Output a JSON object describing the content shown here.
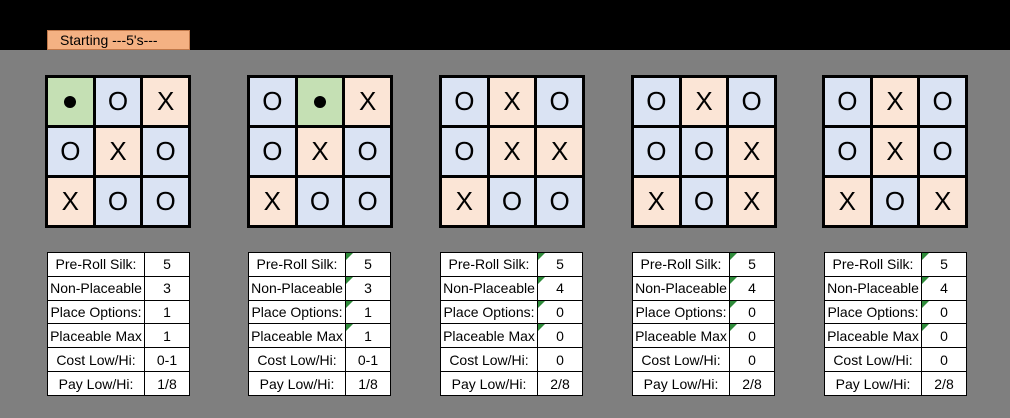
{
  "title": "Starting ---5's---",
  "colors": {
    "blue": "#dae3f3",
    "peach": "#fbe5d6",
    "green": "#c5e0b4",
    "header": "#f4b183"
  },
  "boards": [
    {
      "cells": [
        {
          "t": "dot",
          "c": "green"
        },
        {
          "t": "O",
          "c": "blue"
        },
        {
          "t": "X",
          "c": "peach"
        },
        {
          "t": "O",
          "c": "blue"
        },
        {
          "t": "X",
          "c": "peach"
        },
        {
          "t": "O",
          "c": "blue"
        },
        {
          "t": "X",
          "c": "peach"
        },
        {
          "t": "O",
          "c": "blue"
        },
        {
          "t": "O",
          "c": "blue"
        }
      ]
    },
    {
      "cells": [
        {
          "t": "O",
          "c": "blue"
        },
        {
          "t": "dot",
          "c": "green"
        },
        {
          "t": "X",
          "c": "peach"
        },
        {
          "t": "O",
          "c": "blue"
        },
        {
          "t": "X",
          "c": "peach"
        },
        {
          "t": "O",
          "c": "blue"
        },
        {
          "t": "X",
          "c": "peach"
        },
        {
          "t": "O",
          "c": "blue"
        },
        {
          "t": "O",
          "c": "blue"
        }
      ]
    },
    {
      "cells": [
        {
          "t": "O",
          "c": "blue"
        },
        {
          "t": "X",
          "c": "peach"
        },
        {
          "t": "O",
          "c": "blue"
        },
        {
          "t": "O",
          "c": "blue"
        },
        {
          "t": "X",
          "c": "peach"
        },
        {
          "t": "X",
          "c": "peach"
        },
        {
          "t": "X",
          "c": "peach"
        },
        {
          "t": "O",
          "c": "blue"
        },
        {
          "t": "O",
          "c": "blue"
        }
      ]
    },
    {
      "cells": [
        {
          "t": "O",
          "c": "blue"
        },
        {
          "t": "X",
          "c": "peach"
        },
        {
          "t": "O",
          "c": "blue"
        },
        {
          "t": "O",
          "c": "blue"
        },
        {
          "t": "O",
          "c": "blue"
        },
        {
          "t": "X",
          "c": "peach"
        },
        {
          "t": "X",
          "c": "peach"
        },
        {
          "t": "O",
          "c": "blue"
        },
        {
          "t": "X",
          "c": "peach"
        }
      ]
    },
    {
      "cells": [
        {
          "t": "O",
          "c": "blue"
        },
        {
          "t": "X",
          "c": "peach"
        },
        {
          "t": "O",
          "c": "blue"
        },
        {
          "t": "O",
          "c": "blue"
        },
        {
          "t": "X",
          "c": "peach"
        },
        {
          "t": "O",
          "c": "blue"
        },
        {
          "t": "X",
          "c": "peach"
        },
        {
          "t": "O",
          "c": "blue"
        },
        {
          "t": "X",
          "c": "peach"
        }
      ]
    }
  ],
  "stat_labels": [
    "Pre-Roll Silk:",
    "Non-Placeable",
    "Place Options:",
    "Placeable Max",
    "Cost Low/Hi:",
    "Pay Low/Hi:"
  ],
  "stats": [
    {
      "values": [
        "5",
        "3",
        "1",
        "1",
        "0-1",
        "1/8"
      ],
      "flags": [
        false,
        false,
        false,
        false,
        false,
        false
      ]
    },
    {
      "values": [
        "5",
        "3",
        "1",
        "1",
        "0-1",
        "1/8"
      ],
      "flags": [
        true,
        true,
        true,
        true,
        false,
        false
      ]
    },
    {
      "values": [
        "5",
        "4",
        "0",
        "0",
        "0",
        "2/8"
      ],
      "flags": [
        true,
        true,
        true,
        true,
        false,
        false
      ]
    },
    {
      "values": [
        "5",
        "4",
        "0",
        "0",
        "0",
        "2/8"
      ],
      "flags": [
        true,
        true,
        true,
        true,
        false,
        false
      ]
    },
    {
      "values": [
        "5",
        "4",
        "0",
        "0",
        "0",
        "2/8"
      ],
      "flags": [
        true,
        true,
        true,
        true,
        false,
        false
      ]
    }
  ]
}
